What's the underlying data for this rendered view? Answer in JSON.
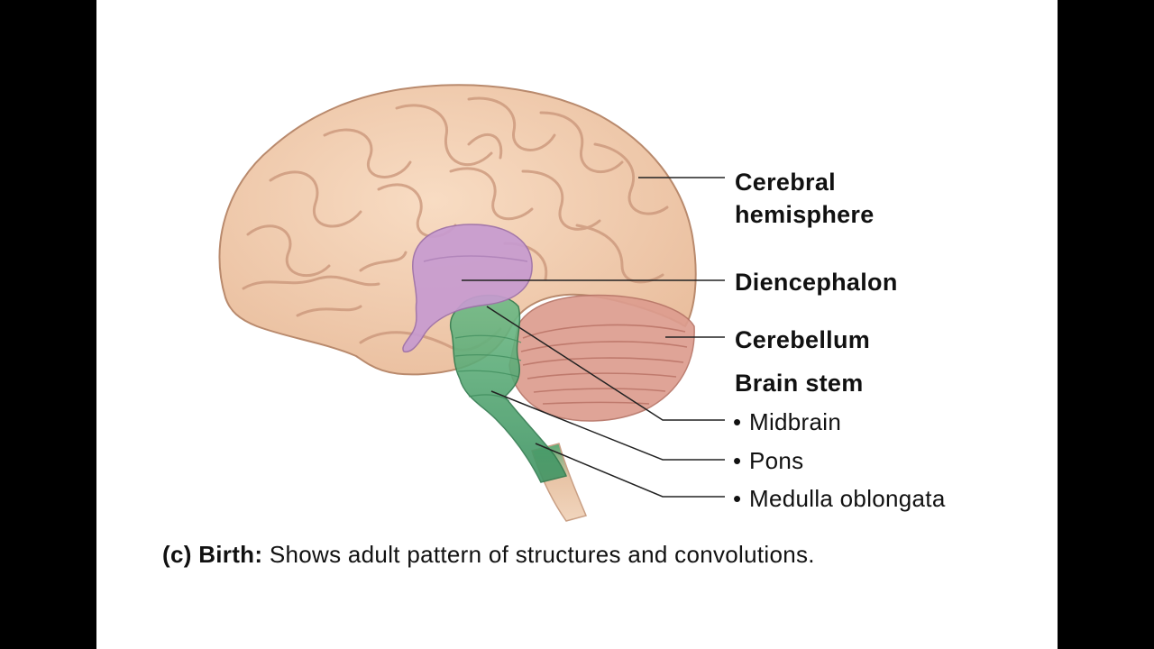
{
  "labels": {
    "cerebral_line1": "Cerebral",
    "cerebral_line2": "hemisphere",
    "diencephalon": "Diencephalon",
    "cerebellum": "Cerebellum",
    "brain_stem": "Brain stem",
    "midbrain": "Midbrain",
    "pons": "Pons",
    "medulla": "Medulla oblongata",
    "bullet": "•"
  },
  "caption": {
    "prefix": "(c) Birth:",
    "text": " Shows adult pattern of structures and convolutions."
  },
  "colors": {
    "cerebrum": "#f3cfb1",
    "cerebrum_folds": "#d9a98c",
    "diencephalon": "#c99ad0",
    "cerebellum": "#d99a8e",
    "brain_stem": "#5fae78",
    "spinal_cord": "#e9c2a4",
    "leader_line": "#222222"
  }
}
